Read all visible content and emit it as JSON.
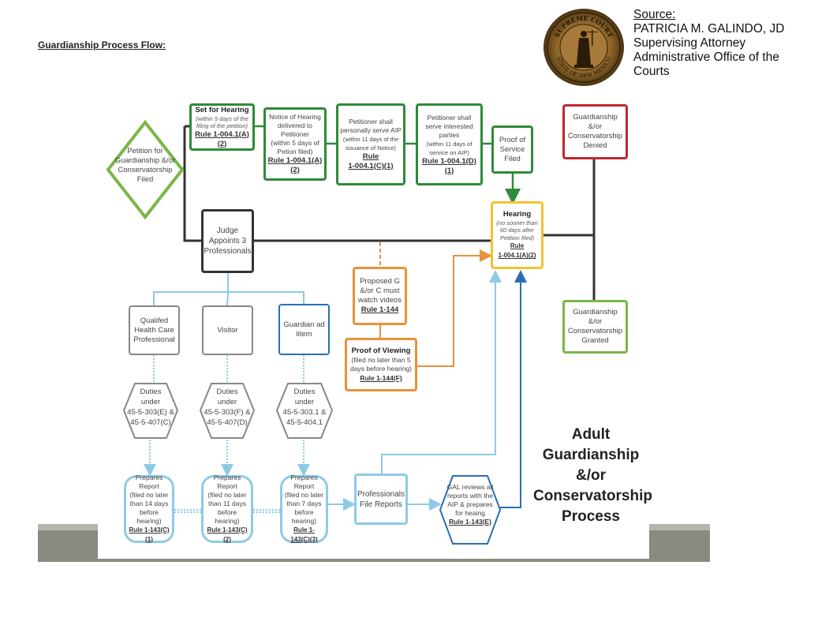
{
  "page": {
    "heading": "Guardianship Process Flow:"
  },
  "source": {
    "label": "Source:",
    "name": "PATRICIA M. GALINDO, JD",
    "role1": "Supervising Attorney",
    "role2": "Administrative Office of the",
    "role3": "Courts",
    "seal_top": "SUPREME COURT",
    "seal_bottom": "STATE OF NEW MEXICO"
  },
  "diagram": {
    "title_lines": [
      "Adult",
      "Guardianship",
      "&/or",
      "Conservatorship",
      "Process"
    ],
    "petition": "Petition for Guardianship &/or Conservatorship Filed",
    "set_hearing": {
      "title": "Set for Hearing",
      "note": "(within 5 days of the filing of the petition)",
      "rule": "Rule 1-004.1(A)(2)"
    },
    "notice": {
      "text": "Notice of Hearing delivered to Petitioner",
      "note": "(within 5 days of Petion filed)",
      "rule": "Rule 1-004.1(A)(2)"
    },
    "serve_aip": {
      "text": "Petitioner shall personally serve AIP",
      "note": "(within 11 days of the issuance of Notice)",
      "rule_a": "Rule",
      "rule_b": "1-004.1(C)(1)"
    },
    "serve_parties": {
      "text": "Petitioner shall serve interested parties",
      "note": "(within 11 days of service on AIP)",
      "rule": "Rule 1-004.1(D)(1)"
    },
    "proof_service": "Proof of Service Filed",
    "hearing": {
      "title": "Hearing",
      "note": "(no sooner than 60 days after Petition filed)",
      "rule_a": "Rule",
      "rule_b": "1-004.1(A)(2)"
    },
    "denied": "Guardianship &/or Conservatorship Denied",
    "granted": "Guardianship &/or Conservatorship Granted",
    "judge": "Judge Appoints 3 Professionals",
    "qhcp": "Qualifed Health Care Professional",
    "visitor": "Visitor",
    "gal": "Guardian ad litem",
    "videos": {
      "text": "Proposed G &/or C must watch videos",
      "rule": "Rule 1-144"
    },
    "proof_viewing": {
      "title": "Proof of Viewing",
      "note": "(filed no later than 5 days before hearing)",
      "rule": "Rule 1-144(F)"
    },
    "duties": [
      {
        "a": "Duties",
        "b": "under",
        "c": "45-5-303(E) &",
        "d": "45-5-407(C)"
      },
      {
        "a": "Duties",
        "b": "under",
        "c": "45-5-303(F) &",
        "d": "45-5-407(D)"
      },
      {
        "a": "Duties",
        "b": "under",
        "c": "45-5-303.1 &",
        "d": "45-5-404.1"
      }
    ],
    "reports": [
      {
        "a": "Prepares Report",
        "b": "(filed no later than 14 days before hearing)",
        "rule": "Rule 1-143(C)(1)"
      },
      {
        "a": "Prepares Report",
        "b": "(filed no later than 11 days before hearing)",
        "rule": "Rule 1-143(C)(2)"
      },
      {
        "a": "Prepares Report",
        "b": "(filed no later than 7 days before hearing)",
        "rule": "Rule 1-143(C)(3)"
      }
    ],
    "file_reports": "Professionals File Reports",
    "gal_reviews": {
      "text": "GAL reviews all reports with the AIP & prepares for heaing",
      "rule": "Rule 1-143(E)"
    }
  }
}
